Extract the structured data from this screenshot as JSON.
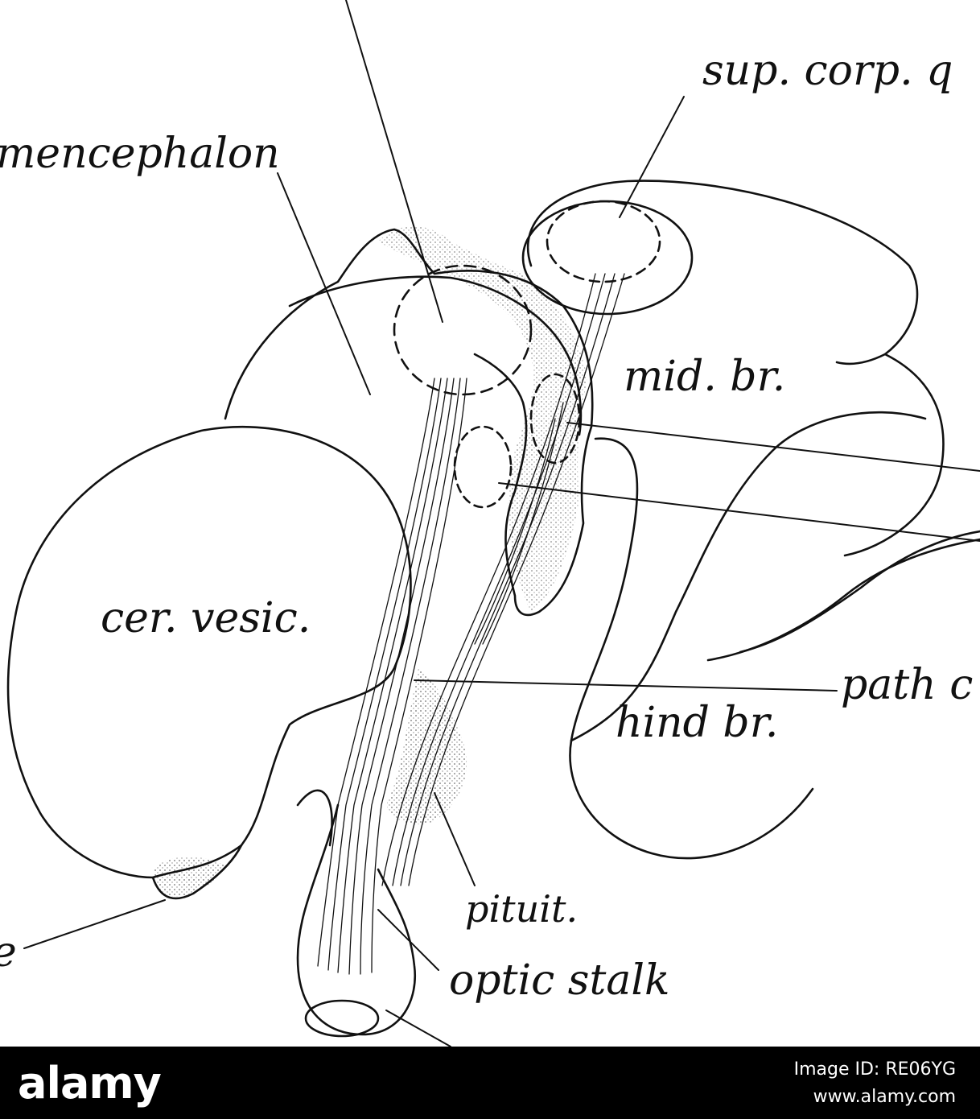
{
  "labels": {
    "sup_corp": "sup. corp. q",
    "mesencephalon": "mencephalon",
    "mid_br": "mid. br.",
    "cer_vesic": "cer. vesic.",
    "path": "path c",
    "hind_br": "hind br.",
    "pituit": "pituit.",
    "optic_stalk": "optic stalk",
    "left_e": "e"
  },
  "footer": {
    "logo": "alamy",
    "image_id": "Image ID: RE06YG",
    "url": "www.alamy.com"
  },
  "colors": {
    "ink": "#111111",
    "footer_bg": "#000000",
    "footer_text": "#ffffff"
  }
}
